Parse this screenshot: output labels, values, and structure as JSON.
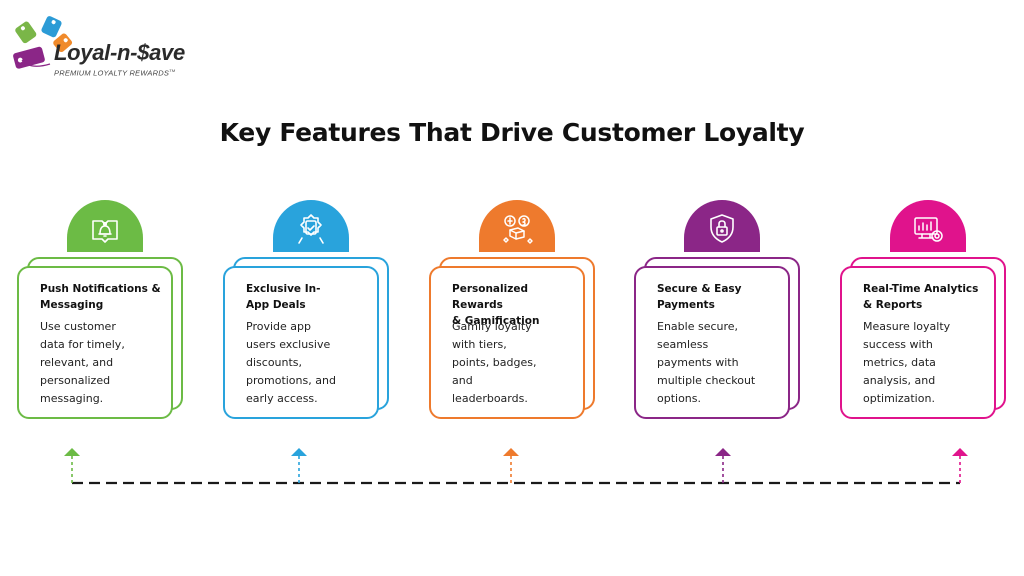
{
  "logo": {
    "brand": "Loyal-n-$ave",
    "tagline": "PREMIUM LOYALTY REWARDS",
    "trademark": "TM"
  },
  "title": "Key Features That Drive Customer Loyalty",
  "features": [
    {
      "title_line1": "Push Notifications &",
      "title_line2": "Messaging",
      "desc_lines": [
        "Use customer",
        "data for timely,",
        "relevant, and",
        "personalized",
        "messaging."
      ],
      "color": "#6cbb45",
      "icon": "bell-icon"
    },
    {
      "title_line1": "Exclusive In-",
      "title_line2": "App Deals",
      "desc_lines": [
        "Provide app",
        "users exclusive",
        "discounts,",
        "promotions, and",
        "early access."
      ],
      "color": "#29a3dc",
      "icon": "badge-icon"
    },
    {
      "title_line1": "Personalized Rewards",
      "title_line2": "& Gamification",
      "desc_lines": [
        "Gamify loyalty",
        "with tiers,",
        "points, badges,",
        "and",
        "leaderboards."
      ],
      "color": "#ee7a2d",
      "icon": "rewards-icon"
    },
    {
      "title_line1": "Secure & Easy",
      "title_line2": "Payments",
      "desc_lines": [
        "Enable secure,",
        "seamless",
        "payments with",
        "multiple checkout",
        "options."
      ],
      "color": "#8b2687",
      "icon": "shield-lock-icon"
    },
    {
      "title_line1": "Real-Time Analytics",
      "title_line2": "& Reports",
      "desc_lines": [
        "Measure loyalty",
        "success with",
        "metrics, data",
        "analysis, and",
        "optimization."
      ],
      "color": "#e0138c",
      "icon": "analytics-icon"
    }
  ],
  "timeline_color": "#1a1a1a"
}
